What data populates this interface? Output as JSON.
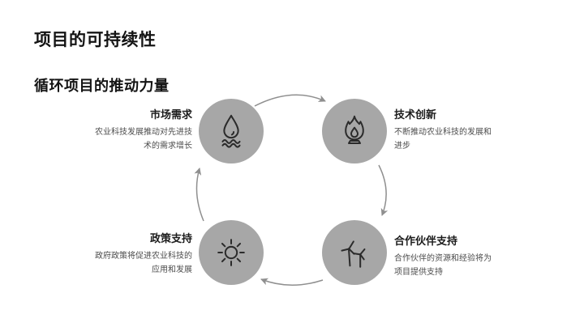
{
  "slide": {
    "title": "项目的可持续性",
    "subtitle": "循环项目的推动力量"
  },
  "colors": {
    "background": "#ffffff",
    "circle_fill": "#a7a7a7",
    "icon_stroke": "#2b2b2b",
    "arrow": "#8f8f8f",
    "heading_text": "#1c1c1c",
    "body_text": "#4c4c4c"
  },
  "diagram": {
    "type": "cycle",
    "flow": "clockwise",
    "nodes": [
      {
        "id": "market-demand",
        "position": "top-left",
        "icon": "water-drop-icon",
        "title": "市场需求",
        "description": "农业科技发展推动对先进技术的需求增长"
      },
      {
        "id": "tech-innovation",
        "position": "top-right",
        "icon": "flame-icon",
        "title": "技术创新",
        "description": "不断推动农业科技的发展和进步"
      },
      {
        "id": "policy-support",
        "position": "bottom-left",
        "icon": "sun-icon",
        "title": "政策支持",
        "description": "政府政策将促进农业科技的应用和发展"
      },
      {
        "id": "partner-support",
        "position": "bottom-right",
        "icon": "wind-turbine-icon",
        "title": "合作伙伴支持",
        "description": "合作伙伴的资源和经验将为项目提供支持"
      }
    ]
  }
}
